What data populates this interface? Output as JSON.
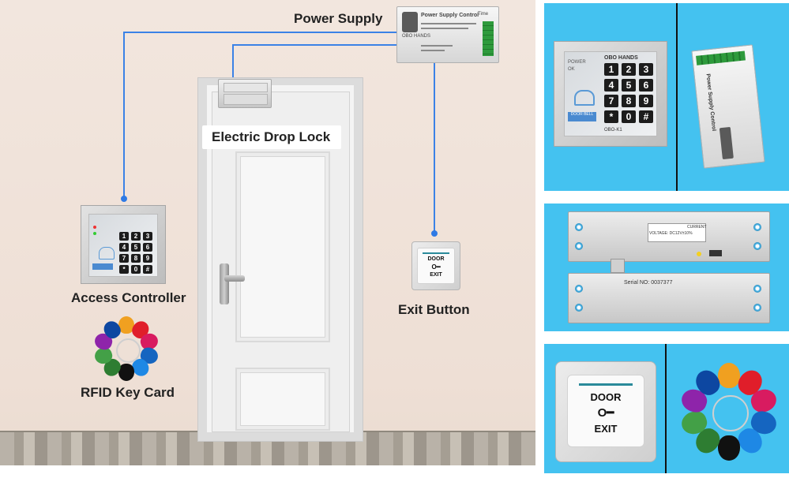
{
  "labels": {
    "power_supply": "Power Supply",
    "electric_drop_lock": "Electric Drop Lock",
    "access_controller": "Access Controller",
    "rfid_key_card": "RFID Key Card",
    "exit_button": "Exit Button"
  },
  "keypad": {
    "brand": "OBO HANDS",
    "model": "OBO-K1",
    "led_power": "POWER",
    "led_ok": "OK",
    "door_bell": "DOOR BELL",
    "keys": [
      "1",
      "2",
      "3",
      "4",
      "5",
      "6",
      "7",
      "8",
      "9",
      "*",
      "0",
      "#"
    ]
  },
  "power_supply": {
    "title": "Power Supply Control",
    "brand": "OBO HANDS",
    "time": "Time"
  },
  "exit_button": {
    "line1": "DOOR",
    "key_glyph": "O━",
    "line2": "EXIT"
  },
  "lock": {
    "serial": "Serial NO: 0037377",
    "voltage": "VOLTAGE: DC12V±10%",
    "current": "CURRENT"
  },
  "colors": {
    "wire": "#3b82e6",
    "tile_background": "#44c2f0",
    "tags": [
      "#f0a020",
      "#e01e2a",
      "#d81b60",
      "#1565c0",
      "#1e88e5",
      "#111111",
      "#2e7d32",
      "#43a047",
      "#8e24aa",
      "#0d47a1"
    ]
  }
}
